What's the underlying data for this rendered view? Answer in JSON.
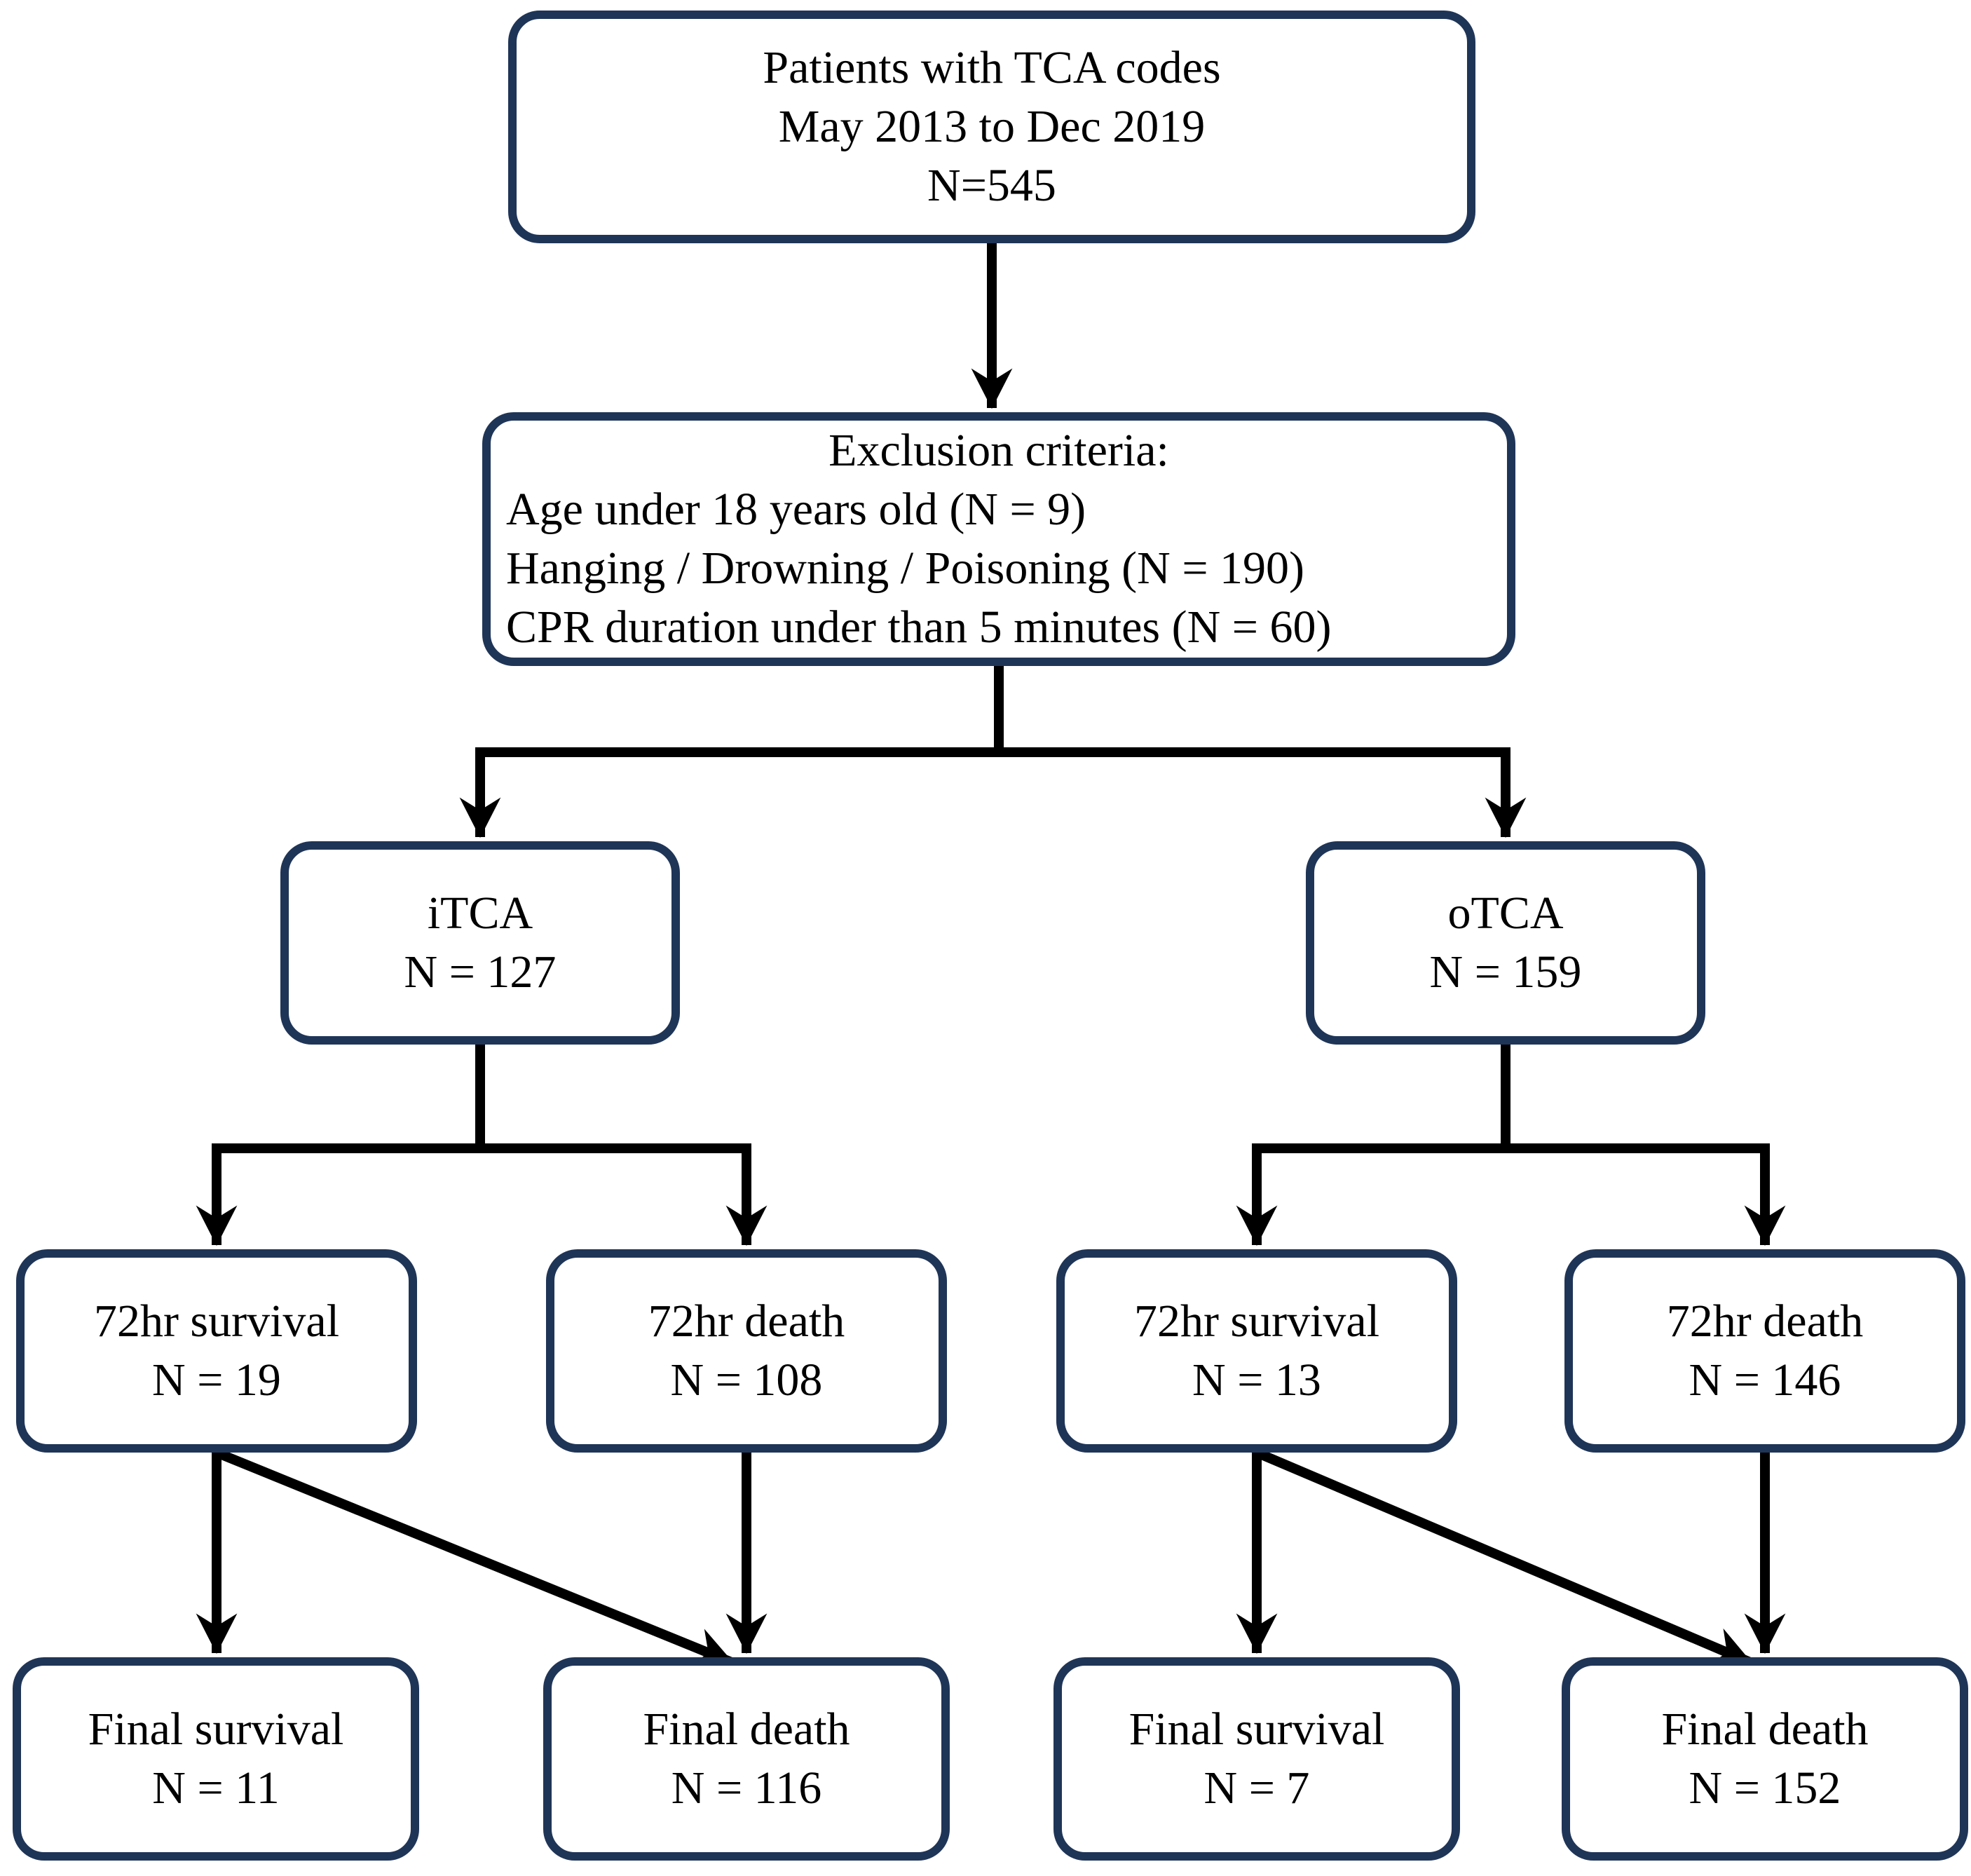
{
  "figure": {
    "background": "#ffffff",
    "box_border_color": "#1f3557",
    "connector_color": "#000000",
    "text_color": "#000000"
  },
  "nodes": {
    "total": {
      "lines": [
        "Patients with TCA codes",
        "May 2013 to Dec 2019",
        "N=545"
      ]
    },
    "exclusion": {
      "title": "Exclusion criteria:",
      "items": [
        "Age under 18 years old (N = 9)",
        "Hanging / Drowning / Poisoning (N = 190)",
        "CPR duration under than 5 minutes (N = 60)"
      ]
    },
    "itca": {
      "label": "iTCA",
      "count": "N = 127"
    },
    "otca": {
      "label": "oTCA",
      "count": "N = 159"
    },
    "itca_72hr_survival": {
      "label": "72hr survival",
      "count": "N = 19"
    },
    "itca_72hr_death": {
      "label": "72hr death",
      "count": "N = 108"
    },
    "otca_72hr_survival": {
      "label": "72hr survival",
      "count": "N = 13"
    },
    "otca_72hr_death": {
      "label": "72hr death",
      "count": "N = 146"
    },
    "itca_final_survival": {
      "label": "Final survival",
      "count": "N = 11"
    },
    "itca_final_death": {
      "label": "Final death",
      "count": "N = 116"
    },
    "otca_final_survival": {
      "label": "Final survival",
      "count": "N = 7"
    },
    "otca_final_death": {
      "label": "Final death",
      "count": "N = 152"
    }
  },
  "edges": [
    {
      "from": "total",
      "to": "exclusion"
    },
    {
      "from": "exclusion",
      "to": "itca"
    },
    {
      "from": "exclusion",
      "to": "otca"
    },
    {
      "from": "itca",
      "to": "itca_72hr_survival"
    },
    {
      "from": "itca",
      "to": "itca_72hr_death"
    },
    {
      "from": "otca",
      "to": "otca_72hr_survival"
    },
    {
      "from": "otca",
      "to": "otca_72hr_death"
    },
    {
      "from": "itca_72hr_survival",
      "to": "itca_final_survival"
    },
    {
      "from": "itca_72hr_survival",
      "to": "itca_final_death"
    },
    {
      "from": "itca_72hr_death",
      "to": "itca_final_death"
    },
    {
      "from": "otca_72hr_survival",
      "to": "otca_final_survival"
    },
    {
      "from": "otca_72hr_survival",
      "to": "otca_final_death"
    },
    {
      "from": "otca_72hr_death",
      "to": "otca_final_death"
    }
  ]
}
